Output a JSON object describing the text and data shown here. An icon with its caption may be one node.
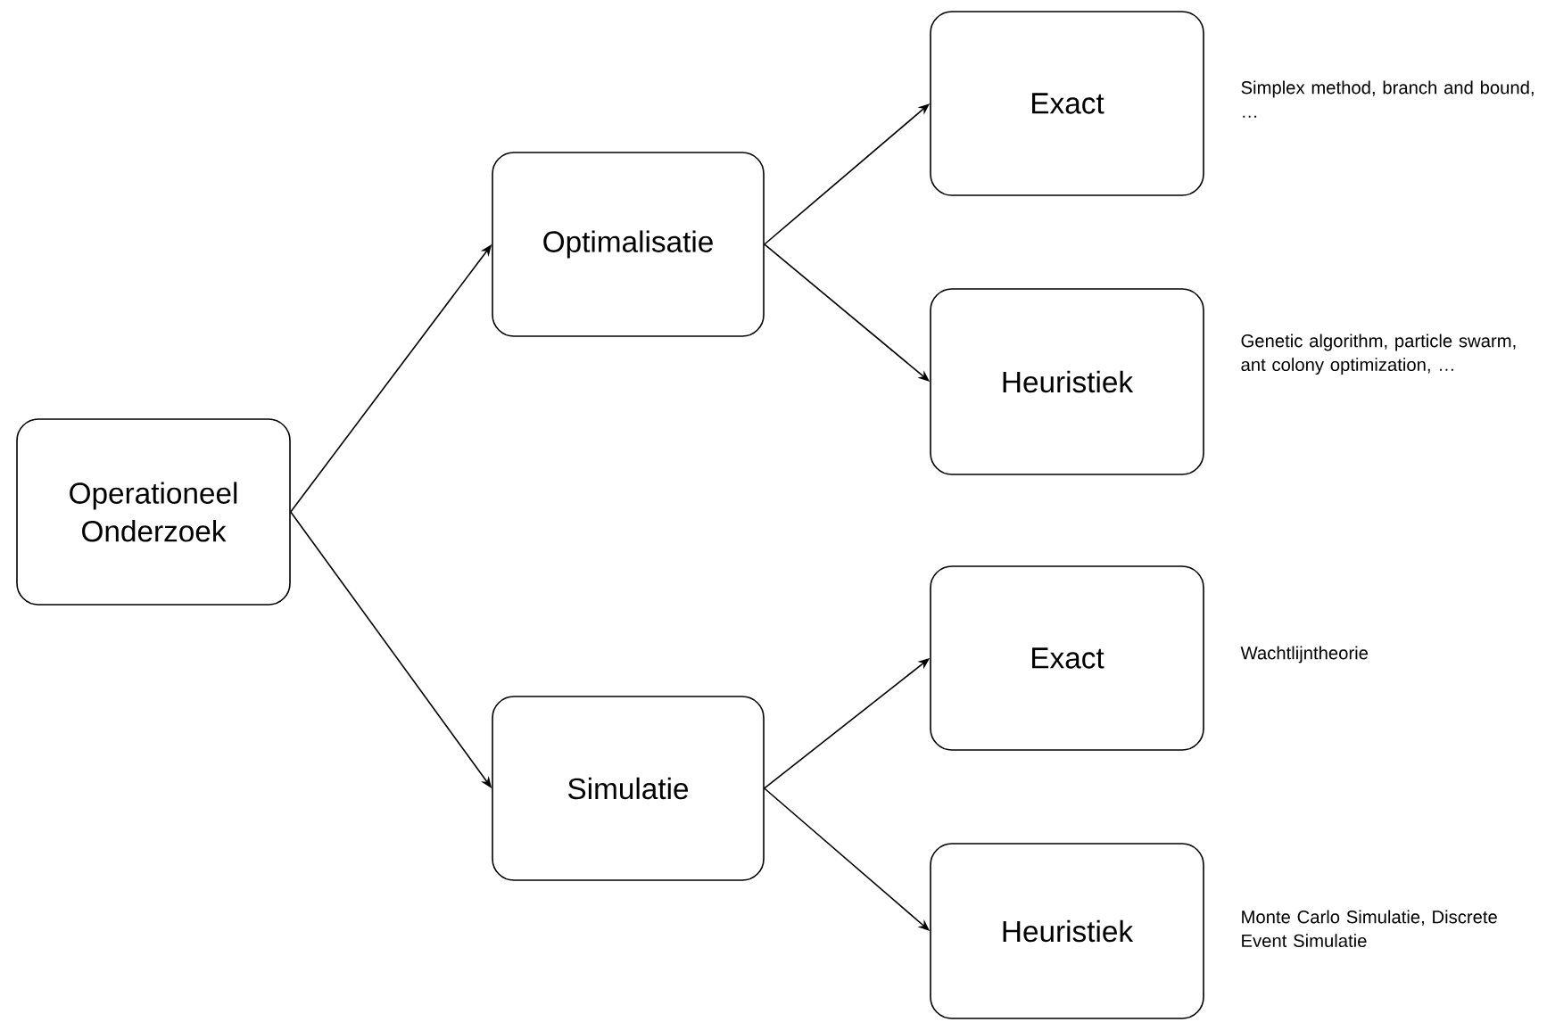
{
  "diagram": {
    "nodes": [
      {
        "text": [
          "Operationeel Onderzoek"
        ]
      },
      {
        "text": [
          "Optimalisatie"
        ]
      },
      {
        "text": [
          "Simulatie"
        ]
      },
      {
        "text": [
          "Exact"
        ],
        "beside": [
          "Simplex method, branch and bound, …"
        ]
      },
      {
        "text": [
          "Heuristiek"
        ],
        "beside": [
          "Genetic algorithm, particle swarm, ant colony optimization, …"
        ]
      },
      {
        "text": [
          "Exact"
        ],
        "beside": [
          "Wachtlijntheorie"
        ]
      },
      {
        "text": [
          "Heuristiek"
        ],
        "beside": [
          "Monte Carlo Simulatie, Discrete Event Simulatie"
        ]
      }
    ],
    "edges": [
      {
        "from": 0,
        "to": 1,
        "arrow": "to"
      },
      {
        "from": 0,
        "to": 2,
        "arrow": "to"
      },
      {
        "from": 1,
        "to": 3,
        "arrow": "to"
      },
      {
        "from": 1,
        "to": 4,
        "arrow": "to"
      },
      {
        "from": 2,
        "to": 5,
        "arrow": "to"
      },
      {
        "from": 2,
        "to": 6,
        "arrow": "to"
      }
    ]
  }
}
